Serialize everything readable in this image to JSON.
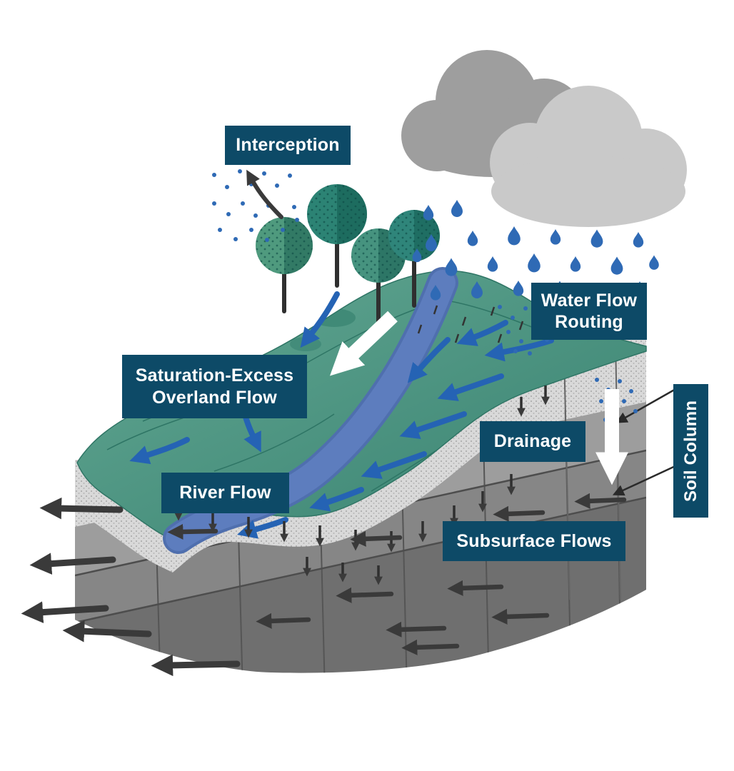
{
  "diagram": {
    "labels": {
      "interception": "Interception",
      "water_flow_routing": {
        "line1": "Water Flow",
        "line2": "Routing"
      },
      "saturation_excess": {
        "line1": "Saturation-Excess",
        "line2": "Overland Flow"
      },
      "drainage": "Drainage",
      "river_flow": "River Flow",
      "subsurface_flows": "Subsurface Flows",
      "soil_column": "Soil Column"
    },
    "colors": {
      "label_background": "#0d4a67",
      "label_text": "#ffffff",
      "rain_blue": "#2f6ab5",
      "flow_arrow_blue": "#2563b4",
      "terrain_green": "#47917e",
      "terrain_green_dark": "#2f7565",
      "river_blue": "#5d7dbe",
      "cloud_dark_gray": "#9e9e9e",
      "cloud_light_gray": "#c9c9c9",
      "soil_light_gray": "#d9d9d9",
      "soil_mid_gray": "#9d9d9d",
      "soil_dark_gray": "#6f6f6f",
      "arrow_dark": "#3a3a3a",
      "white_arrow": "#ffffff"
    }
  }
}
